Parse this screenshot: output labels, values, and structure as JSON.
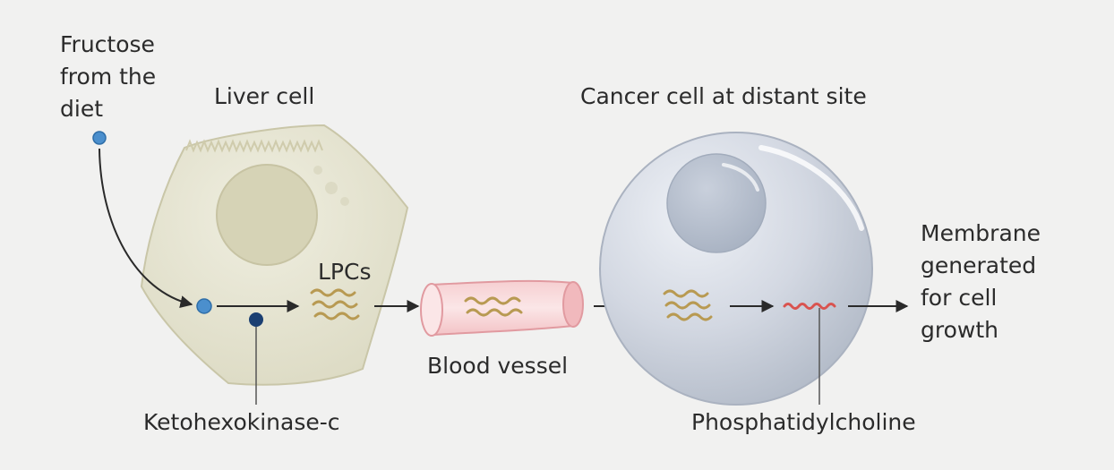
{
  "labels": {
    "fructose": "Fructose\nfrom the\ndiet",
    "liver_cell": "Liver cell",
    "cancer_cell": "Cancer cell at distant site",
    "lpcs": "LPCs",
    "blood_vessel": "Blood vessel",
    "ketohexokinase": "Ketohexokinase-c",
    "phosphatidylcholine": "Phosphatidylcholine",
    "membrane": "Membrane\ngenerated\nfor cell\ngrowth"
  },
  "colors": {
    "background": "#f1f1f0",
    "liver_cell_fill": "#e6e5d2",
    "liver_nucleus": "#d6d3b6",
    "cancer_cell_fill": "#d3d8e2",
    "cancer_nucleus": "#b3bccb",
    "fructose_dot": "#4b8fcd",
    "ketohexokinase_dot": "#1b3f72",
    "lpc_squiggle": "#b89a52",
    "phosphatidylcholine_squiggle": "#d9534f",
    "vessel_wall": "#e8a0a4",
    "arrow": "#2a2a2a"
  }
}
